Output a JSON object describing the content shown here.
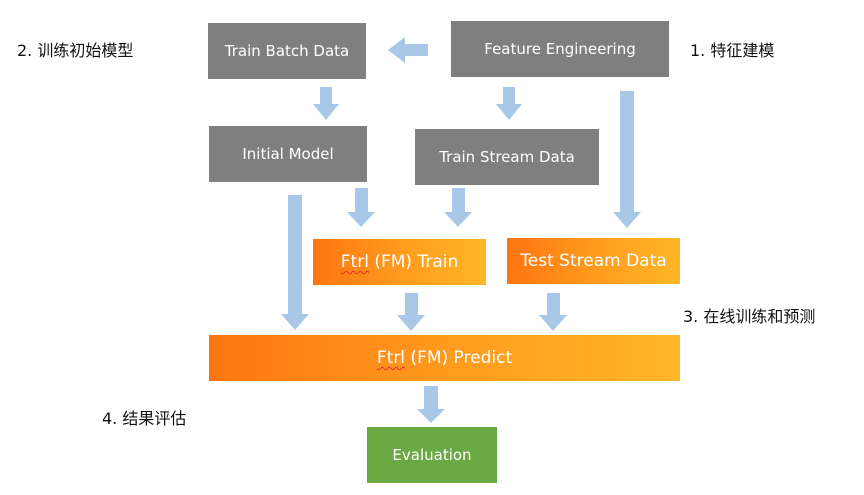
{
  "annotations": {
    "step1": "1.   特征建模",
    "step2": "2.  训练初始模型",
    "step3": "3. 在线训练和预测",
    "step4": "4.   结果评估"
  },
  "boxes": {
    "train_batch_data": "Train Batch Data",
    "feature_engineering": "Feature Engineering",
    "initial_model": "Initial Model",
    "train_stream_data": "Train Stream Data",
    "ftrl_train": {
      "prefix": "Ftrl",
      "suffix": " (FM) Train"
    },
    "test_stream_data": "Test Stream Data",
    "ftrl_predict": {
      "prefix": "Ftrl",
      "suffix": " (FM) Predict"
    },
    "evaluation": "Evaluation"
  },
  "colors": {
    "gray_box": "#7f7f7f",
    "orange_start": "#ff7510",
    "orange_end": "#ffb726",
    "green_box": "#6aa944",
    "arrow": "#a9c8e8"
  }
}
